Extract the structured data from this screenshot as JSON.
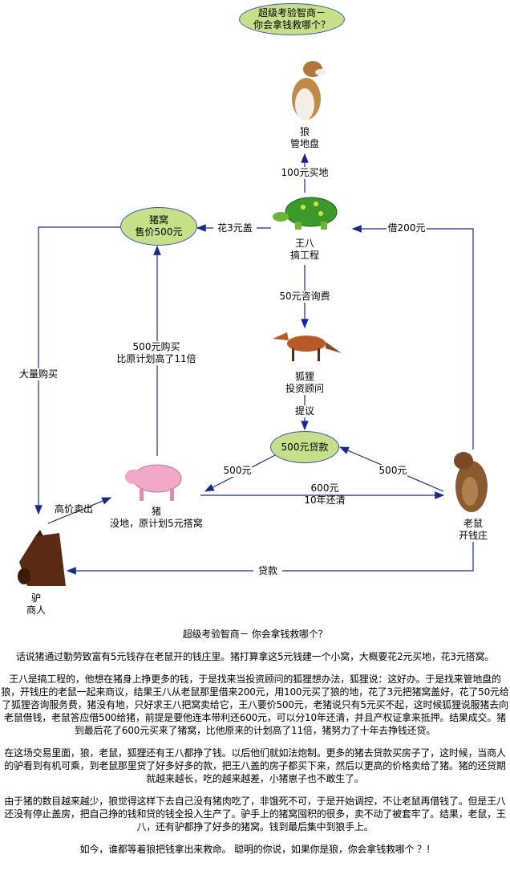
{
  "title": {
    "line1": "超级考验智商－",
    "line2": "你会拿钱救哪个？"
  },
  "nodes": {
    "wolf": {
      "name": "狼",
      "role": "管地盘"
    },
    "turtle": {
      "name": "王八",
      "role": "搞工程"
    },
    "fox": {
      "name": "狐狸",
      "role": "投资顾问"
    },
    "pig": {
      "name": "猪",
      "role": "没地，原计划5元搭窝"
    },
    "rat": {
      "name": "老鼠",
      "role": "开钱庄"
    },
    "donkey": {
      "name": "驴",
      "role": "商人"
    },
    "nest": {
      "line1": "猪窝",
      "line2": "售价500元"
    },
    "loan": {
      "label": "500元贷款"
    }
  },
  "edges": {
    "buy_land": "100元买地",
    "build": "花3元盖",
    "borrow": "借200元",
    "consult": "50元咨询费",
    "suggest": "提议",
    "loan_left": "500元",
    "loan_right": "500元",
    "repay1": "600元",
    "repay2": "10年还清",
    "pig_buy1": "500元购买",
    "pig_buy2": "比原计划高了11倍",
    "bulk_buy": "大量购买",
    "sell_high": "高价卖出",
    "credit": "贷款"
  },
  "story": {
    "heading": "超级考验智商－ 你会拿钱救哪个？",
    "paragraphs": [
      "话说猪通过勤劳致富有5元钱存在老鼠开的钱庄里。猪打算拿这5元钱建一个小窝，大概要花2元买地，花3元搭窝。",
      "王八是搞工程的，他想在猪身上挣更多的钱，于是找来当投资顾问的狐狸想办法，狐狸说：这好办。于是找来管地盘的狼，开钱庄的老鼠一起来商议，结果王八从老鼠那里借来200元，用100元买了狼的地，花了3元把猪窝盖好，花了50元给了狐狸咨询服务费，猪没有地，只好求王八把窝卖给它，王八要价500元，老猪说只有5元买不起，这时候狐狸说服猪去向老鼠借钱，老鼠答应借500给猪，前提是要他连本带利还600元，可以分10年还清，并且产权证拿来抵押。结果成交。猪到最后花了600元买来了猪窝，比他原来的计划高了11倍，猪努力了十年去挣钱还贷。",
      "在这场交易里面，狼，老鼠，狐狸还有王八都挣了钱。以后他们就如法炮制。更多的猪去贷款买房子了，这时候，当商人的驴看到有机可乘，到老鼠那里贷了好多好多的款，把王八盖的房子都买下来，然后以更高的价格卖给了猪。猪的还贷期就越来越长，吃的越来越差，小猪崽子也不敢生了。",
      "由于猪的数目越来越少，狼觉得这样下去自己没有猪肉吃了，非饿死不可，于是开始调控，不让老鼠再借钱了。但是王八还没有停止盖房，把自己挣的钱和贷的钱全投入生产了。驴手上的猪窝囤积的很多，卖不动了被套牢了。结果，老鼠，王八，还有驴都挣了好多的猪窝。钱到最后集中到狼手上。",
      "如今，谁都等着狼把钱拿出来救命。 聪明的你说，如果你是狼，你会拿钱救哪个 ？!"
    ]
  },
  "colors": {
    "line": "#1a2a8c",
    "ellipse": "#c6e08a"
  }
}
